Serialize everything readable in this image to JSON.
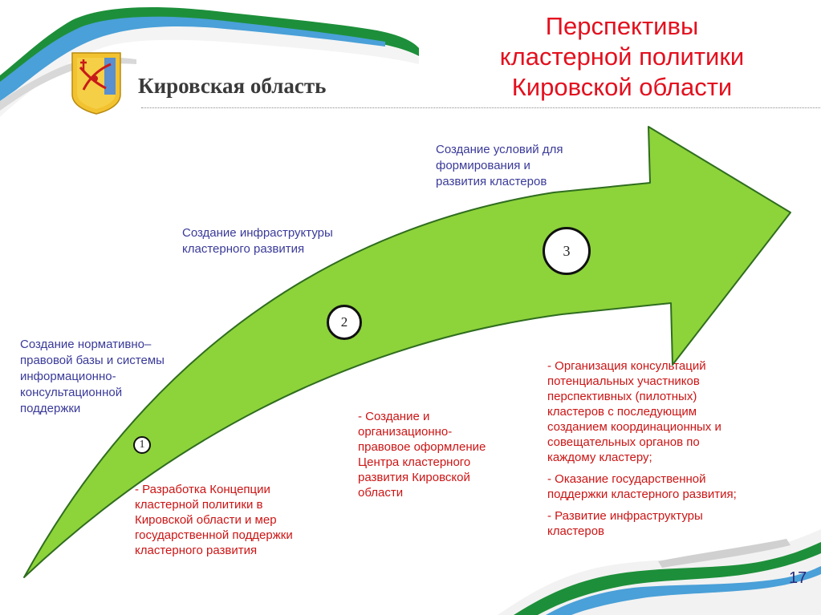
{
  "header": {
    "region_name": "Кировская область",
    "title_lines": [
      "Перспективы",
      "кластерной политики",
      "Кировской области"
    ]
  },
  "stages": [
    {
      "number": "1",
      "label": "Создание нормативно–правовой базы и системы информационно-консультационной поддержки",
      "label_lines": [
        "Создание нормативно–",
        "правовой базы и системы",
        "информационно-",
        "консультационной",
        "поддержки"
      ],
      "actions": [
        [
          "- Разработка Концепции",
          "кластерной политики в",
          "Кировской области и мер",
          "государственной поддержки",
          "кластерного развития"
        ]
      ]
    },
    {
      "number": "2",
      "label_lines": [
        "Создание инфраструктуры",
        "кластерного развития"
      ],
      "actions": [
        [
          "- Создание и",
          "организационно-",
          "правовое оформление",
          "Центра кластерного",
          "развития Кировской",
          "области"
        ]
      ]
    },
    {
      "number": "3",
      "label_lines": [
        "Создание условий для",
        "формирования и",
        "развития кластеров"
      ],
      "actions": [
        [
          "- Организация консультаций",
          "потенциальных участников",
          "перспективных (пилотных)",
          "кластеров с последующим",
          "созданием координационных и",
          "совещательных органов по",
          "каждому кластеру;"
        ],
        [
          "- Оказание государственной",
          "поддержки кластерного развития;"
        ],
        [
          "- Развитие инфраструктуры",
          "кластеров"
        ]
      ]
    }
  ],
  "footer": {
    "page_number": "17"
  },
  "colors": {
    "arrow_fill": "#8dd33a",
    "arrow_stroke": "#2f6d1f",
    "title_red": "#e3101e",
    "label_blue": "#3a3a9a",
    "action_red": "#cc1515"
  },
  "icons": {
    "coat_of_arms": "kirov-coat-of-arms-icon"
  }
}
